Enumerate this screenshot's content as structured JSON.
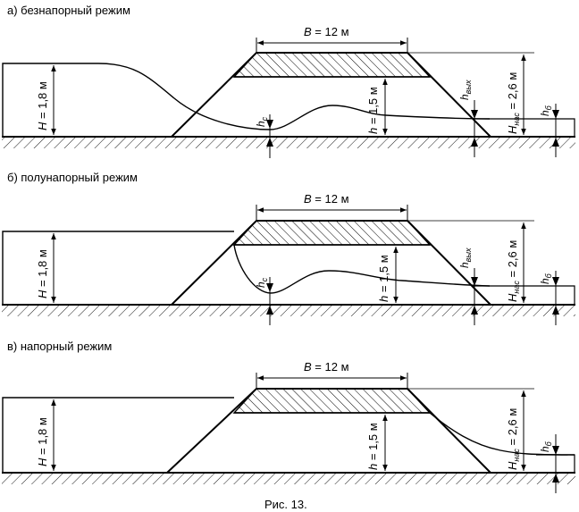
{
  "panels": [
    {
      "title": "а) безнапорный режим",
      "B": "= 12 м",
      "H": "= 1,8 м",
      "h": "= 1,5 м",
      "Hnas": "= 2,6 м",
      "hc": "c",
      "hvyh": "вых",
      "hb": "б"
    },
    {
      "title": "б) полунапорный режим",
      "B": "= 12 м",
      "H": "= 1,8 м",
      "h": "= 1,5 м",
      "Hnas": "= 2,6 м",
      "hc": "c",
      "hvyh": "вых",
      "hb": "б"
    },
    {
      "title": "в) напорный режим",
      "B": "= 12 м",
      "H": "= 1,8 м",
      "h": "= 1,5 м",
      "Hnas": "= 2,6 м",
      "hb": "б"
    }
  ],
  "caption": "Рис. 13."
}
